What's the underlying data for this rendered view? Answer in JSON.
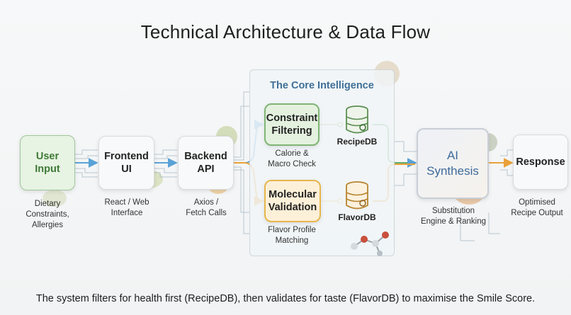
{
  "title": "Technical Architecture & Data Flow",
  "caption": "The system filters for health first (RecipeDB), then validates for taste (FlavorDB) to maximise the Smile Score.",
  "colors": {
    "green": "#3f7a37",
    "blue": "#3e6a9a",
    "orange": "#e6b64e",
    "wire": "#8ab8d6"
  },
  "nodes": {
    "user_input": {
      "label": "User\nInput",
      "sub": "Dietary\nConstraints,\nAllergies"
    },
    "frontend": {
      "label": "Frontend\nUI",
      "sub": "React / Web\nInterface"
    },
    "backend": {
      "label": "Backend\nAPI",
      "sub": "Axios /\nFetch Calls"
    },
    "core": {
      "title": "The Core Intelligence"
    },
    "constraint": {
      "label": "Constraint\nFiltering",
      "sub": "Calorie &\nMacro Check"
    },
    "molecular": {
      "label": "Molecular\nValidation",
      "sub": "Flavor Profile\nMatching"
    },
    "recipedb": {
      "label": "RecipeDB"
    },
    "flavordb": {
      "label": "FlavorDB"
    },
    "ai": {
      "label": "AI\nSynthesis",
      "sub": "Substitution\nEngine & Ranking"
    },
    "response": {
      "label": "Response",
      "sub": "Optimised\nRecipe Output"
    }
  }
}
